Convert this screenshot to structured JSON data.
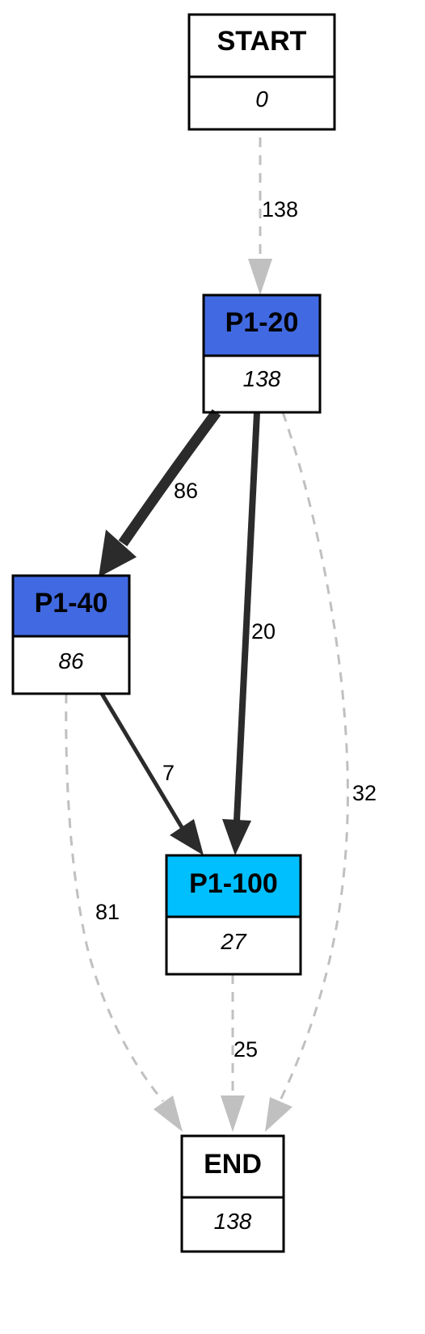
{
  "colors": {
    "process_primary": "#4169E1",
    "process_secondary": "#00BFFF",
    "edge_solid": "#2b2b2b",
    "edge_dashed": "#c0c0c0"
  },
  "nodes": {
    "start": {
      "title": "START",
      "count": "0"
    },
    "p1_20": {
      "title": "P1-20",
      "count": "138"
    },
    "p1_40": {
      "title": "P1-40",
      "count": "86"
    },
    "p1_100": {
      "title": "P1-100",
      "count": "27"
    },
    "end": {
      "title": "END",
      "count": "138"
    }
  },
  "edges": {
    "start_to_p1_20": "138",
    "p1_20_to_p1_40": "86",
    "p1_20_to_p1_100": "20",
    "p1_20_to_end": "32",
    "p1_40_to_p1_100": "7",
    "p1_40_to_end": "81",
    "p1_100_to_end": "25"
  }
}
